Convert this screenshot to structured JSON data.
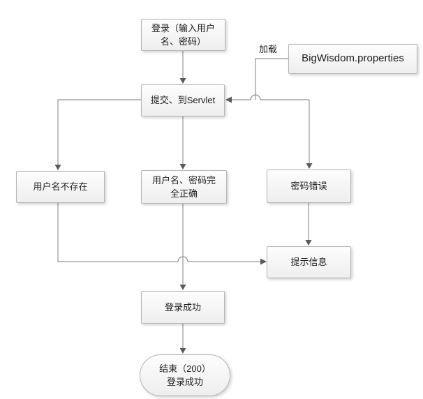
{
  "diagram": {
    "type": "flowchart",
    "nodes": {
      "login": {
        "label": "登录（输入用户名、密码）"
      },
      "submit": {
        "label": "提交、到Servlet"
      },
      "properties": {
        "label": "BigWisdom.properties"
      },
      "user_not_exist": {
        "label": "用户名不存在"
      },
      "credentials_correct": {
        "label": "用户名、密码完全正确"
      },
      "wrong_password": {
        "label": "密码错误"
      },
      "prompt": {
        "label": "提示信息"
      },
      "login_success": {
        "label": "登录成功"
      },
      "end": {
        "label": "结束（200）\n登录成功"
      }
    },
    "edge_labels": {
      "load": "加载"
    },
    "edges": [
      "login -> submit",
      "properties -> submit (加载)",
      "submit -> user_not_exist",
      "submit -> credentials_correct",
      "submit -> wrong_password",
      "user_not_exist -> prompt",
      "wrong_password -> prompt",
      "credentials_correct -> login_success",
      "login_success -> end"
    ],
    "colors": {
      "line": "#949494",
      "arrow": "#5a5a5a",
      "node_border": "#b5b5b5",
      "node_fill_top": "#fdfdfd",
      "node_fill_bottom": "#eeeeee",
      "text": "#1c1c1c",
      "background": "#ffffff"
    }
  }
}
